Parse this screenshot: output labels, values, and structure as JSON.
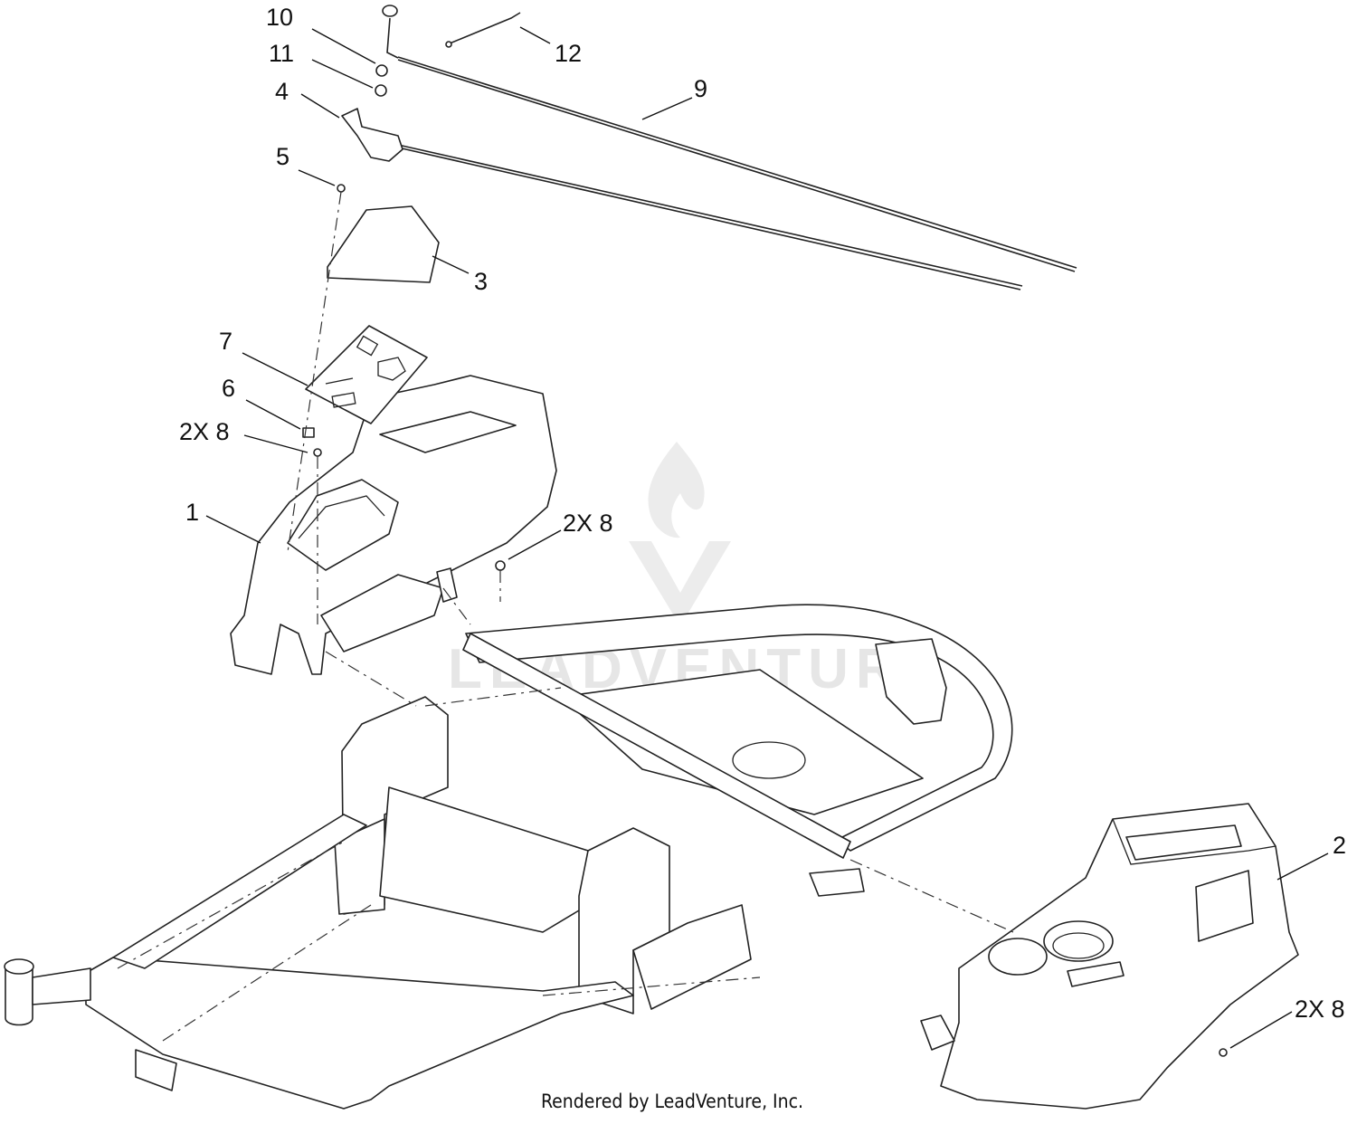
{
  "callouts": [
    {
      "id": "c10",
      "text": "10"
    },
    {
      "id": "c11",
      "text": "11"
    },
    {
      "id": "c4",
      "text": "4"
    },
    {
      "id": "c5",
      "text": "5"
    },
    {
      "id": "c12",
      "text": "12"
    },
    {
      "id": "c9",
      "text": "9"
    },
    {
      "id": "c3",
      "text": "3"
    },
    {
      "id": "c7",
      "text": "7"
    },
    {
      "id": "c6",
      "text": "6"
    },
    {
      "id": "c8a",
      "text": "2X 8"
    },
    {
      "id": "c1",
      "text": "1"
    },
    {
      "id": "c8b",
      "text": "2X 8"
    },
    {
      "id": "c2",
      "text": "2"
    },
    {
      "id": "c8c",
      "text": "2X 8"
    }
  ],
  "watermark": {
    "text": "LEADVENTURE"
  },
  "credit": {
    "text": "Rendered by LeadVenture, Inc."
  }
}
